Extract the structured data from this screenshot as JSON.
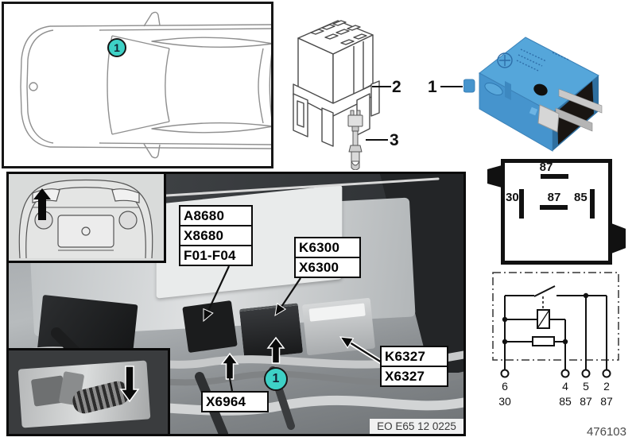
{
  "doc_number": "476103",
  "photo_stamp": "EO E65 12 0225",
  "callouts": {
    "car_marker": "1",
    "relay_item": "1",
    "socket_item": "2",
    "pin_item": "3",
    "photo_marker": "1"
  },
  "photo_labels": {
    "fuse_module": {
      "rows": [
        "A8680",
        "X8680",
        "F01-F04"
      ]
    },
    "relay_k6300": {
      "rows": [
        "K6300",
        "X6300"
      ]
    },
    "connector_x6964": {
      "rows": [
        "X6964"
      ]
    },
    "relay_k6327": {
      "rows": [
        "K6327",
        "X6327"
      ]
    }
  },
  "pin_diagram": {
    "pin_top": "87",
    "pin_left": "30",
    "pin_center": "87",
    "pin_right": "85"
  },
  "schematic": {
    "pins": [
      "6",
      "4",
      "5",
      "2"
    ],
    "terminals": [
      "30",
      "85",
      "87",
      "87"
    ]
  },
  "colors": {
    "marker_teal": "#3ed1c6",
    "relay_blue": "#4e9fd6"
  }
}
